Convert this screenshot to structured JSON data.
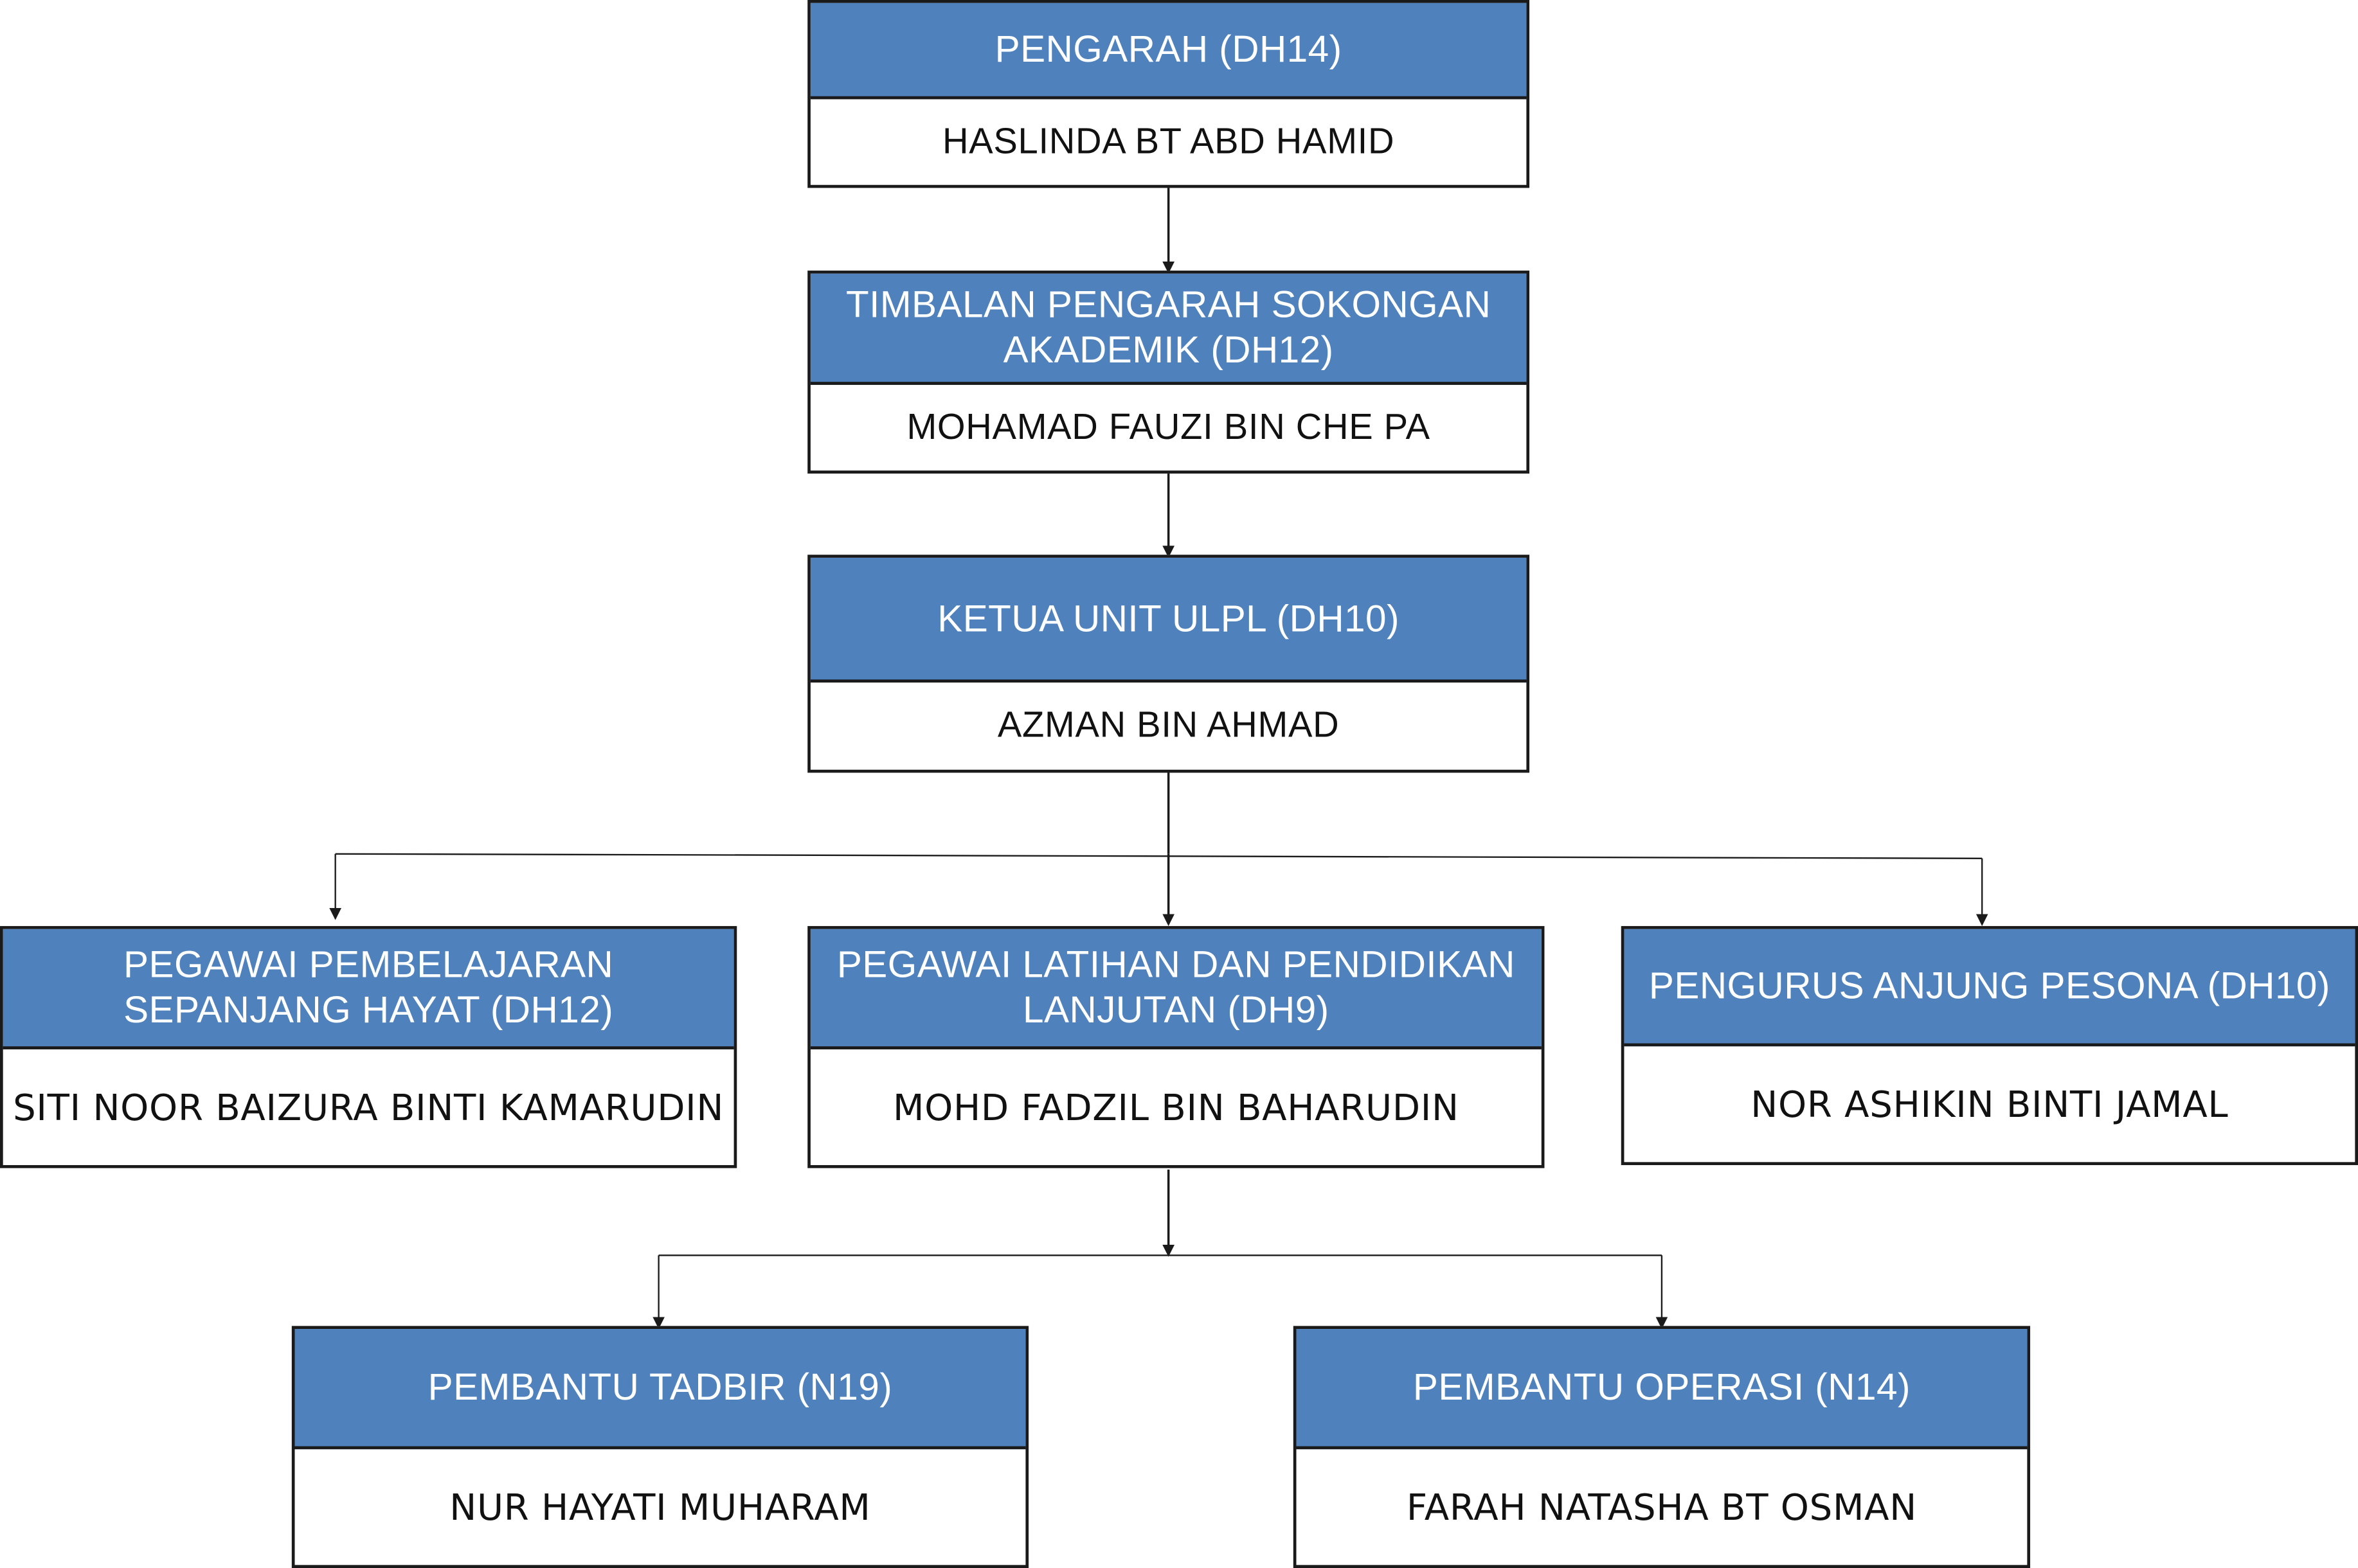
{
  "colors": {
    "header_fill": "#4f81bd",
    "header_text": "#ffffff",
    "border": "#1a1a1a",
    "connector": "#1a1a1a"
  },
  "nodes": {
    "pengarah": {
      "title": "PENGARAH (DH14)",
      "name": "HASLINDA BT ABD HAMID"
    },
    "timbalan": {
      "title": "TIMBALAN PENGARAH SOKONGAN AKADEMIK (DH12)",
      "name": "MOHAMAD FAUZI BIN CHE PA"
    },
    "ketua": {
      "title": "KETUA UNIT ULPL (DH10)",
      "name": "AZMAN BIN AHMAD"
    },
    "pegawai_pembelajaran": {
      "title": "PEGAWAI PEMBELAJARAN SEPANJANG HAYAT (DH12)",
      "name": "SITI NOOR BAIZURA BINTI KAMARUDIN"
    },
    "pegawai_latihan": {
      "title": "PEGAWAI LATIHAN DAN PENDIDIKAN LANJUTAN (DH9)",
      "name": "MOHD FADZIL BIN BAHARUDIN"
    },
    "pengurus": {
      "title": "PENGURUS ANJUNG PESONA (DH10)",
      "name": "NOR ASHIKIN BINTI JAMAL"
    },
    "pembantu_tadbir": {
      "title": "PEMBANTU TADBIR (N19)",
      "name": "NUR HAYATI MUHARAM"
    },
    "pembantu_operasi": {
      "title": "PEMBANTU OPERASI (N14)",
      "name": "FARAH NATASHA BT OSMAN"
    }
  },
  "edges": [
    {
      "from": "pengarah",
      "to": "timbalan"
    },
    {
      "from": "timbalan",
      "to": "ketua"
    },
    {
      "from": "ketua",
      "to": "pegawai_pembelajaran"
    },
    {
      "from": "ketua",
      "to": "pegawai_latihan"
    },
    {
      "from": "ketua",
      "to": "pengurus"
    },
    {
      "from": "pegawai_latihan",
      "to": "pembantu_tadbir"
    },
    {
      "from": "pegawai_latihan",
      "to": "pembantu_operasi"
    }
  ]
}
